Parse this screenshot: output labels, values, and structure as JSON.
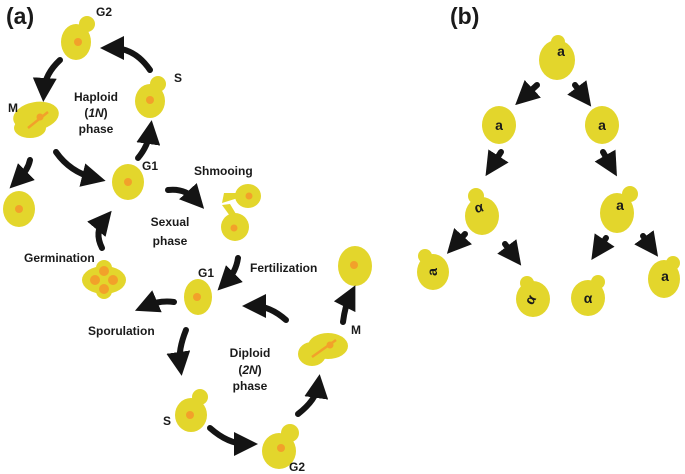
{
  "colors": {
    "cell": "#e3d62c",
    "nucleus": "#f2a12a",
    "arrow": "#141414"
  },
  "panel_a": {
    "label": "(a)",
    "haploid_phase": {
      "line1": "Haploid",
      "line2_open": "(",
      "ploidy": "1N",
      "line2_close": ")",
      "line3": "phase"
    },
    "diploid_phase": {
      "line1": "Diploid",
      "line2_open": "(",
      "ploidy": "2N",
      "line2_close": ")",
      "line3": "phase"
    },
    "sexual_phase": {
      "line1": "Sexual",
      "line2": "phase"
    },
    "stages": {
      "haploid_g2": "G2",
      "haploid_s": "S",
      "haploid_m": "M",
      "haploid_g1": "G1",
      "shmooing": "Shmooing",
      "fertilization": "Fertilization",
      "germination": "Germination",
      "sporulation": "Sporulation",
      "diploid_g1": "G1",
      "diploid_m": "M",
      "diploid_s": "S",
      "diploid_g2": "G2"
    }
  },
  "panel_b": {
    "label": "(b)",
    "cells": {
      "root": "a",
      "left": "a",
      "right": "a",
      "left_child_switched": "α",
      "right_child": "a",
      "leaf_1": "a",
      "leaf_2": "α",
      "leaf_3": "α",
      "leaf_4": "a"
    }
  }
}
